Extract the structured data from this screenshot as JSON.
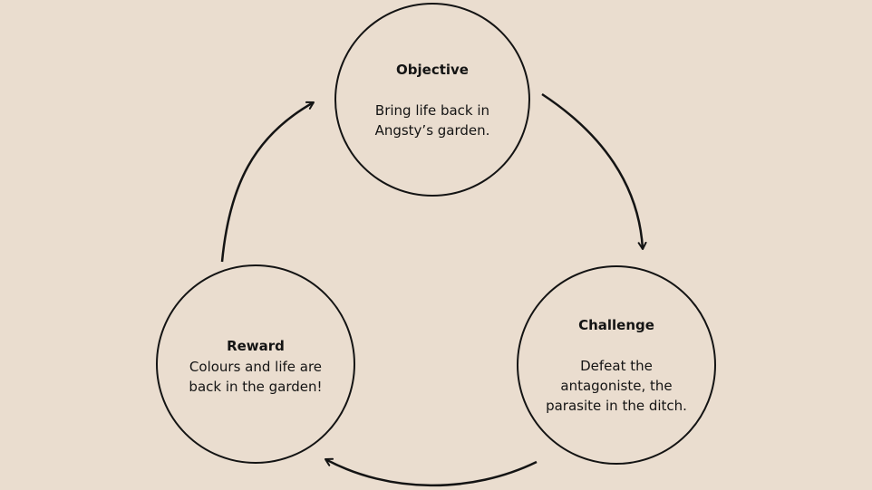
{
  "diagram": {
    "colors": {
      "background": "#eaddcf",
      "stroke": "#141414"
    },
    "nodes": {
      "objective": {
        "title": "Objective",
        "text": "Bring life back in\nAngsty’s garden."
      },
      "challenge": {
        "title": "Challenge",
        "text": "Defeat the\nantagoniste, the\nparasite in the ditch."
      },
      "reward": {
        "title": "Reward",
        "text": "Colours and life are\nback in the garden!"
      }
    },
    "arrows": [
      {
        "from": "objective",
        "to": "challenge"
      },
      {
        "from": "challenge",
        "to": "reward"
      },
      {
        "from": "reward",
        "to": "objective"
      }
    ]
  }
}
